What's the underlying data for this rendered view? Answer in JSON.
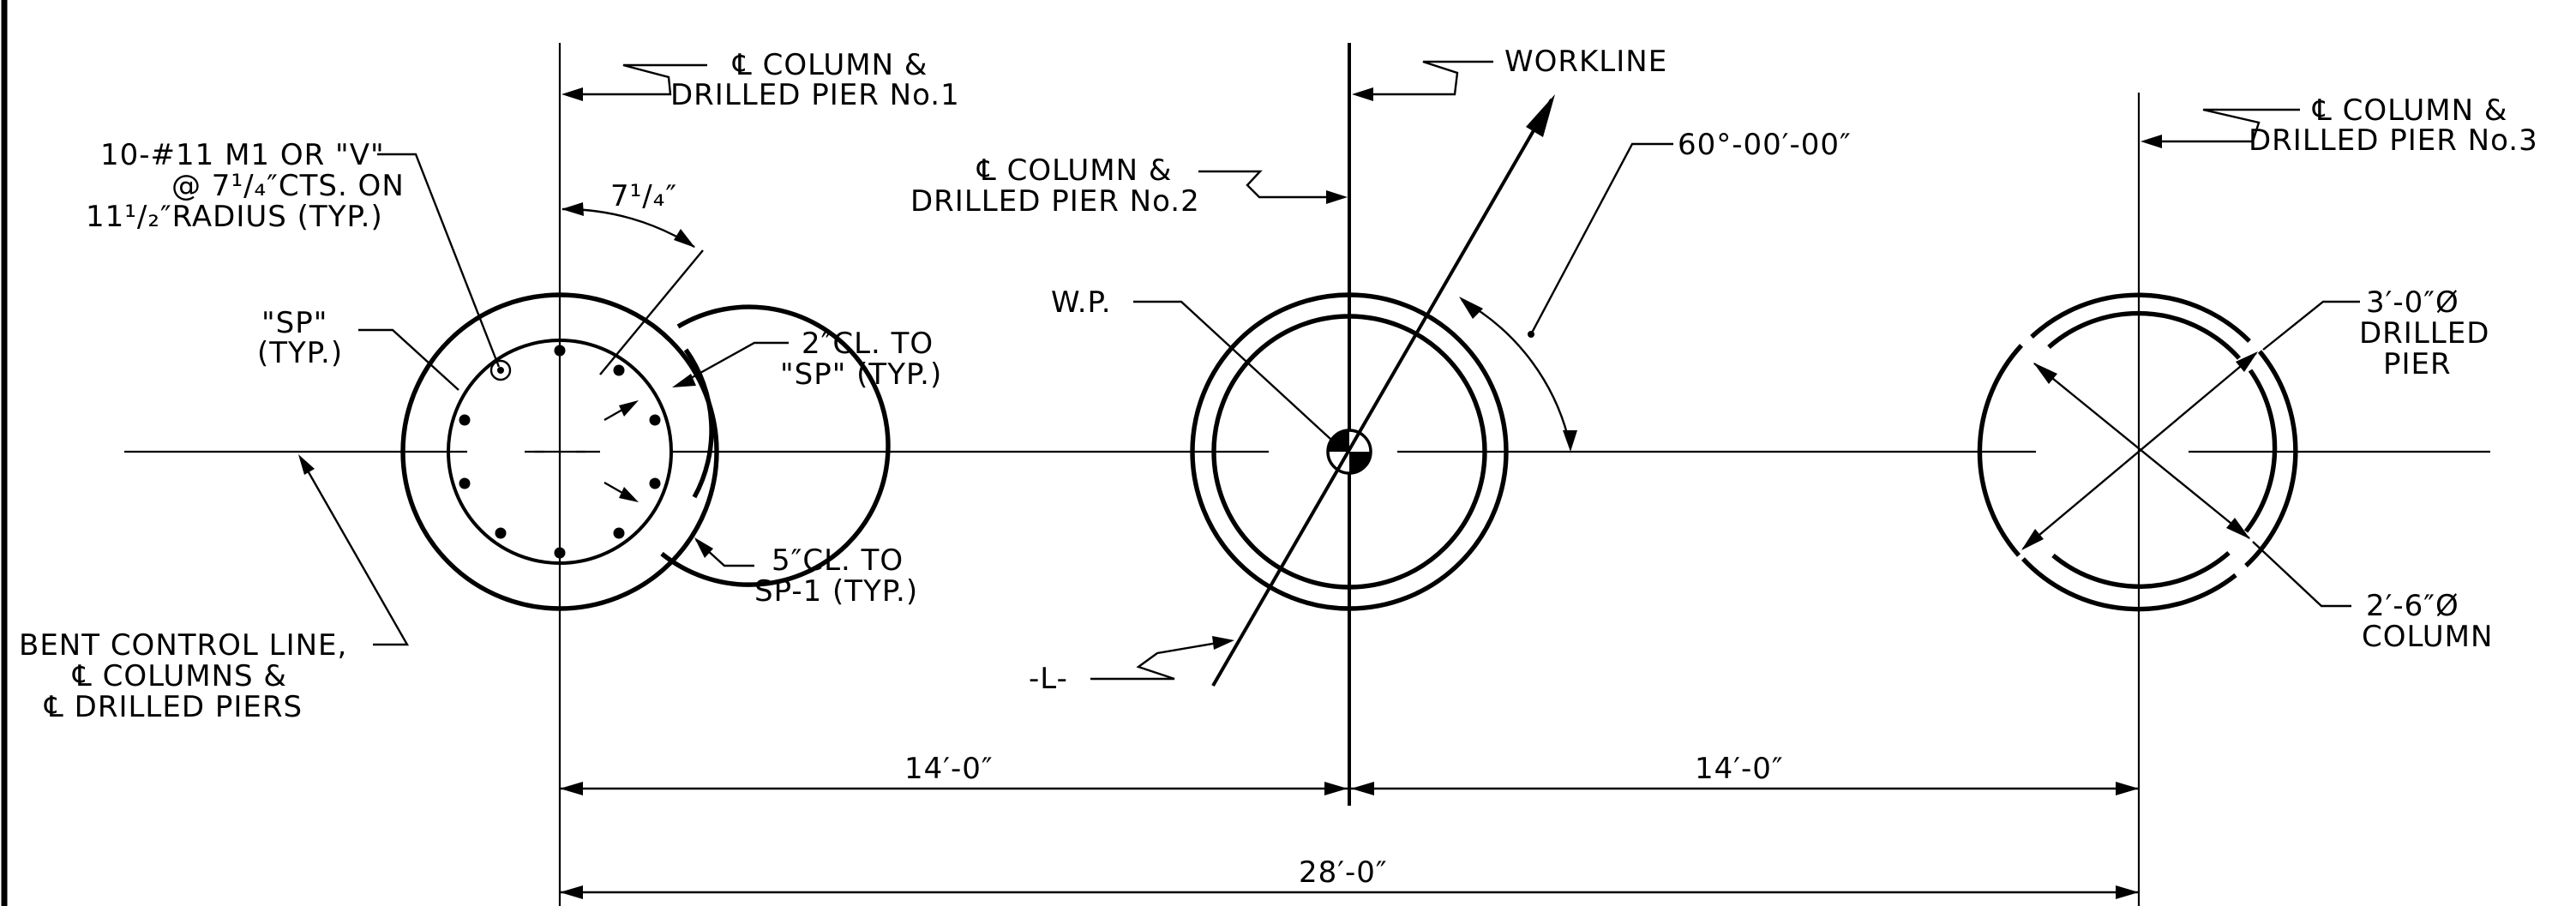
{
  "labels": {
    "col1_line1": "℄ COLUMN &",
    "col1_line2": "DRILLED PIER No.1",
    "col2_line1": "℄ COLUMN &",
    "col2_line2": "DRILLED PIER No.2",
    "col3_line1": "℄ COLUMN &",
    "col3_line2": "DRILLED PIER No.3",
    "workline": "WORKLINE",
    "angle": "60°-00′-00″",
    "wp": "W.P.",
    "rebar_line1": "10-#11 M1 OR \"V\"",
    "rebar_line2": "@ 7¹/₄″CTS. ON",
    "rebar_line3": "11¹/₂″RADIUS (TYP.)",
    "spacing": "7¹/₄″",
    "sp_line1": "\"SP\"",
    "sp_line2": "(TYP.)",
    "cl2_line1": "2″CL. TO",
    "cl2_line2": "\"SP\" (TYP.)",
    "cl5_line1": "5″CL. TO",
    "cl5_line2": "SP-1 (TYP.)",
    "bent_line1": "BENT CONTROL LINE,",
    "bent_line2": "℄ COLUMNS &",
    "bent_line3": "℄ DRILLED PIERS",
    "pier_dia_line1": "3′-0″Ø",
    "pier_dia_line2": "DRILLED",
    "pier_dia_line3": "PIER",
    "col_dia_line1": "2′-6″Ø",
    "col_dia_line2": "COLUMN",
    "survey_line": "-L-",
    "dim_left": "14′-0″",
    "dim_right": "14′-0″",
    "dim_total": "28′-0″"
  }
}
